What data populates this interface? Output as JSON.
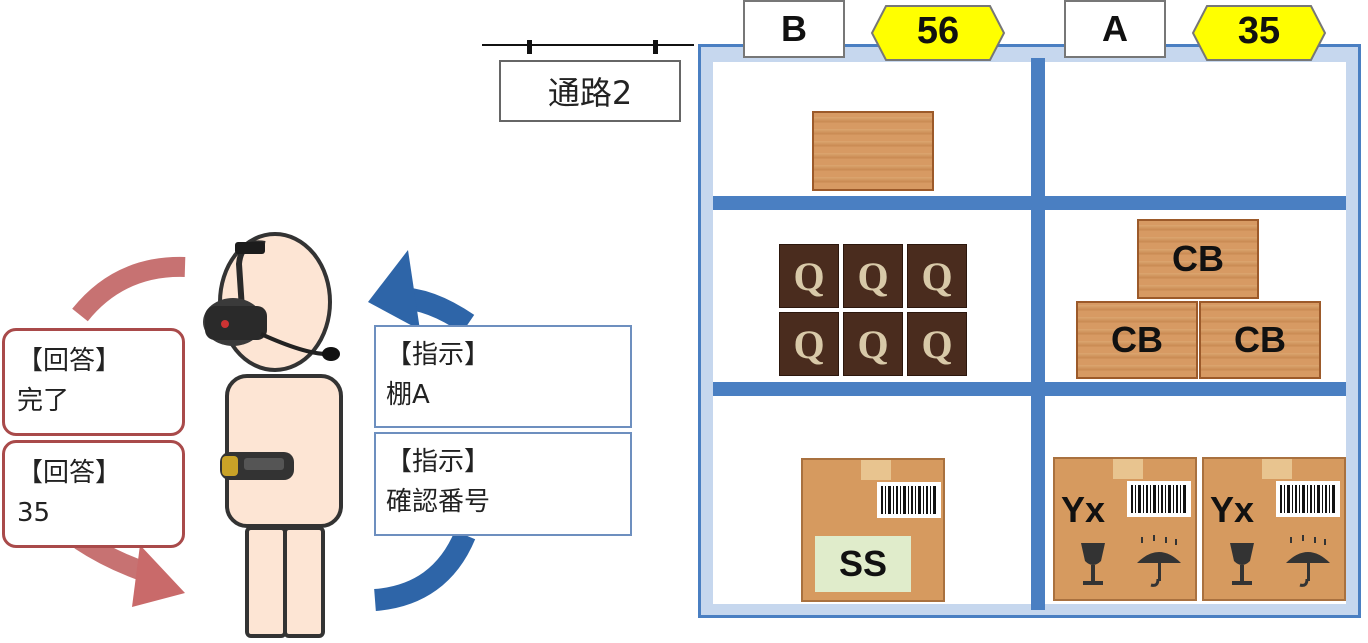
{
  "aisle": {
    "label": "通路2"
  },
  "shelves": [
    {
      "letter": "B",
      "check_number": "56"
    },
    {
      "letter": "A",
      "check_number": "35"
    }
  ],
  "instructions": [
    {
      "header": "【指示】",
      "text": "棚A"
    },
    {
      "header": "【指示】",
      "text": "確認番号"
    }
  ],
  "responses": [
    {
      "header": "【回答】",
      "text": "完了"
    },
    {
      "header": "【回答】",
      "text": "35"
    }
  ],
  "items": {
    "q_label": "Q",
    "cb_label": "CB",
    "ss_label": "SS",
    "yx_label": "Yx"
  },
  "colors": {
    "shelf_blue": "#4a7fc2",
    "tag_yellow": "#ffff00",
    "response_red": "#a94a4a",
    "instruction_blue": "#2e65a8",
    "skin": "#fde5d4"
  }
}
